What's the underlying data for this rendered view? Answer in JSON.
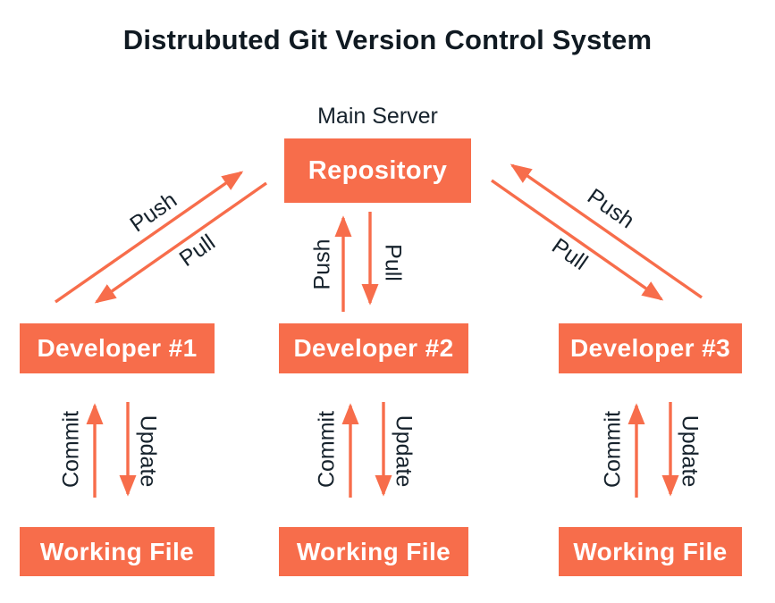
{
  "title": "Distrubuted Git Version Control System",
  "colors": {
    "accent": "#F76D4B",
    "text_dark": "#16222C",
    "box_text": "#FFFFFF",
    "background": "#FFFFFF"
  },
  "server": {
    "caption": "Main Server",
    "box_label": "Repository"
  },
  "flows": {
    "left": {
      "push": "Push",
      "pull": "Pull"
    },
    "middle": {
      "push": "Push",
      "pull": "Pull"
    },
    "right": {
      "push": "Push",
      "pull": "Pull"
    }
  },
  "developers": [
    {
      "label": "Developer #1",
      "commit": "Commit",
      "update": "Update",
      "working_file": "Working File"
    },
    {
      "label": "Developer #2",
      "commit": "Commit",
      "update": "Update",
      "working_file": "Working File"
    },
    {
      "label": "Developer #3",
      "commit": "Commit",
      "update": "Update",
      "working_file": "Working File"
    }
  ]
}
